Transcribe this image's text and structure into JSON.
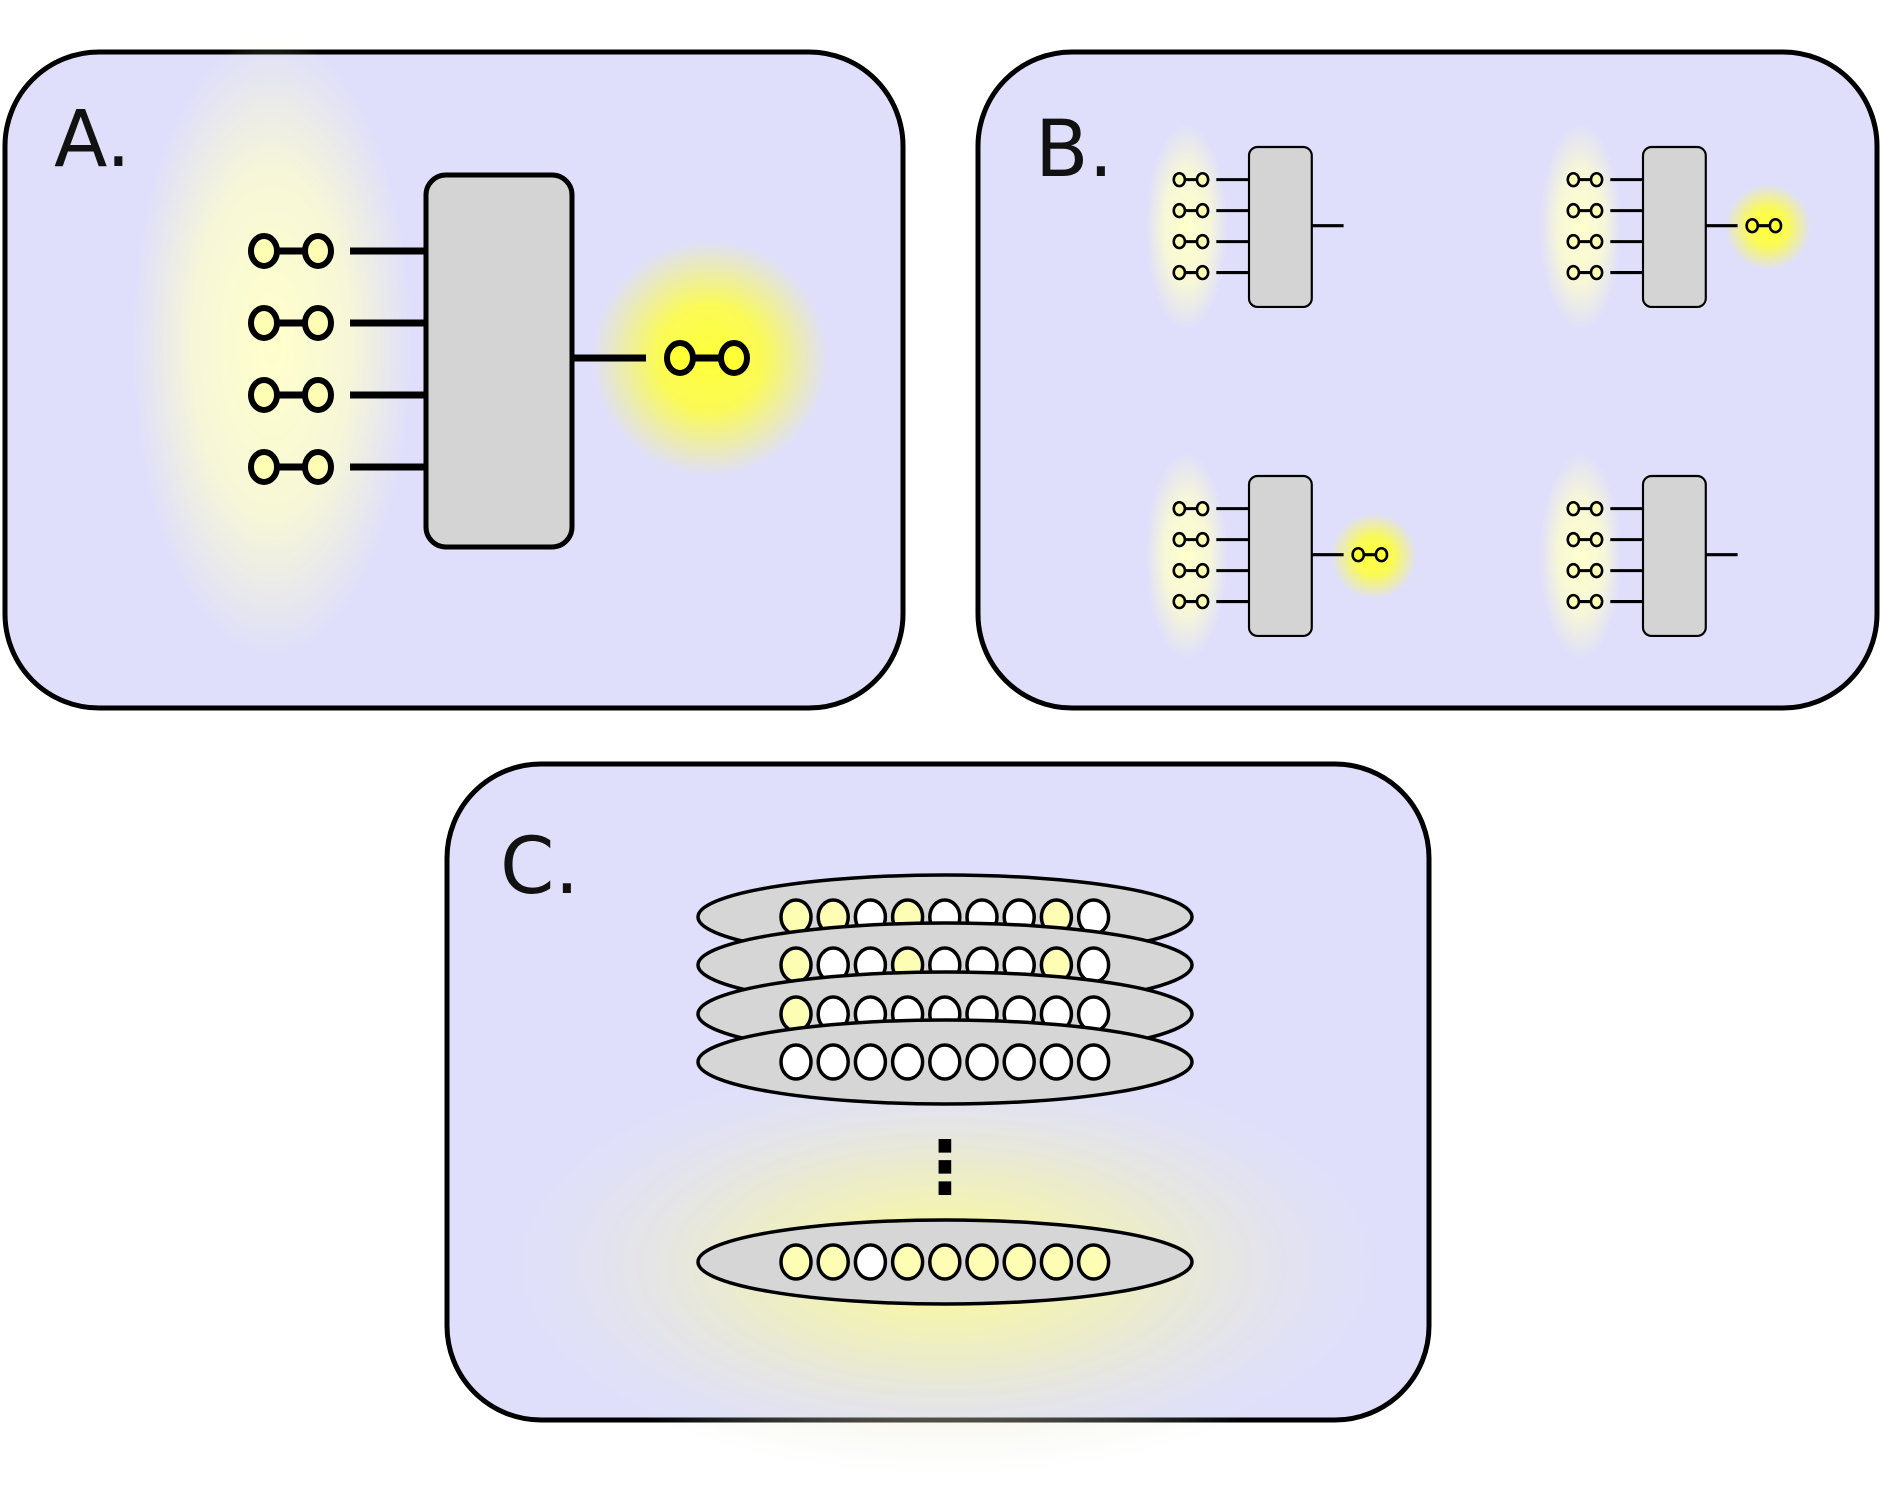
{
  "colors": {
    "background": "#ffffff",
    "panel_fill": "#dfdffb",
    "panel_stroke": "#000000",
    "gate_fill": "#d4d4d4",
    "disk_fill": "#d6d6d6",
    "glow": "#ffff3a",
    "glow_soft": "#ffffcc",
    "qubit_bright": "#ffff33",
    "qubit_pale": "#fdfdb4",
    "qubit_white": "#ffffff"
  },
  "panels": [
    {
      "label": "A.",
      "inputs": 4,
      "output": "lit"
    },
    {
      "label": "B.",
      "sub_circuits": [
        {
          "inputs": 4,
          "output": "none"
        },
        {
          "inputs": 4,
          "output": "lit"
        },
        {
          "inputs": 4,
          "output": "lit"
        },
        {
          "inputs": 4,
          "output": "none"
        }
      ]
    },
    {
      "label": "C.",
      "layers": [
        [
          "white",
          "white",
          "white",
          "white",
          "white",
          "white",
          "white",
          "white",
          "white"
        ],
        [
          "pale",
          "white",
          "white",
          "white",
          "white",
          "white",
          "white",
          "white",
          "white"
        ],
        [
          "pale",
          "white",
          "white",
          "pale",
          "white",
          "white",
          "white",
          "pale",
          "white"
        ],
        [
          "pale",
          "pale",
          "white",
          "pale",
          "white",
          "white",
          "white",
          "pale",
          "white"
        ]
      ],
      "final_layer": [
        "pale",
        "pale",
        "white",
        "pale",
        "pale",
        "pale",
        "pale",
        "pale",
        "pale"
      ],
      "ellipsis": "⋮"
    }
  ]
}
